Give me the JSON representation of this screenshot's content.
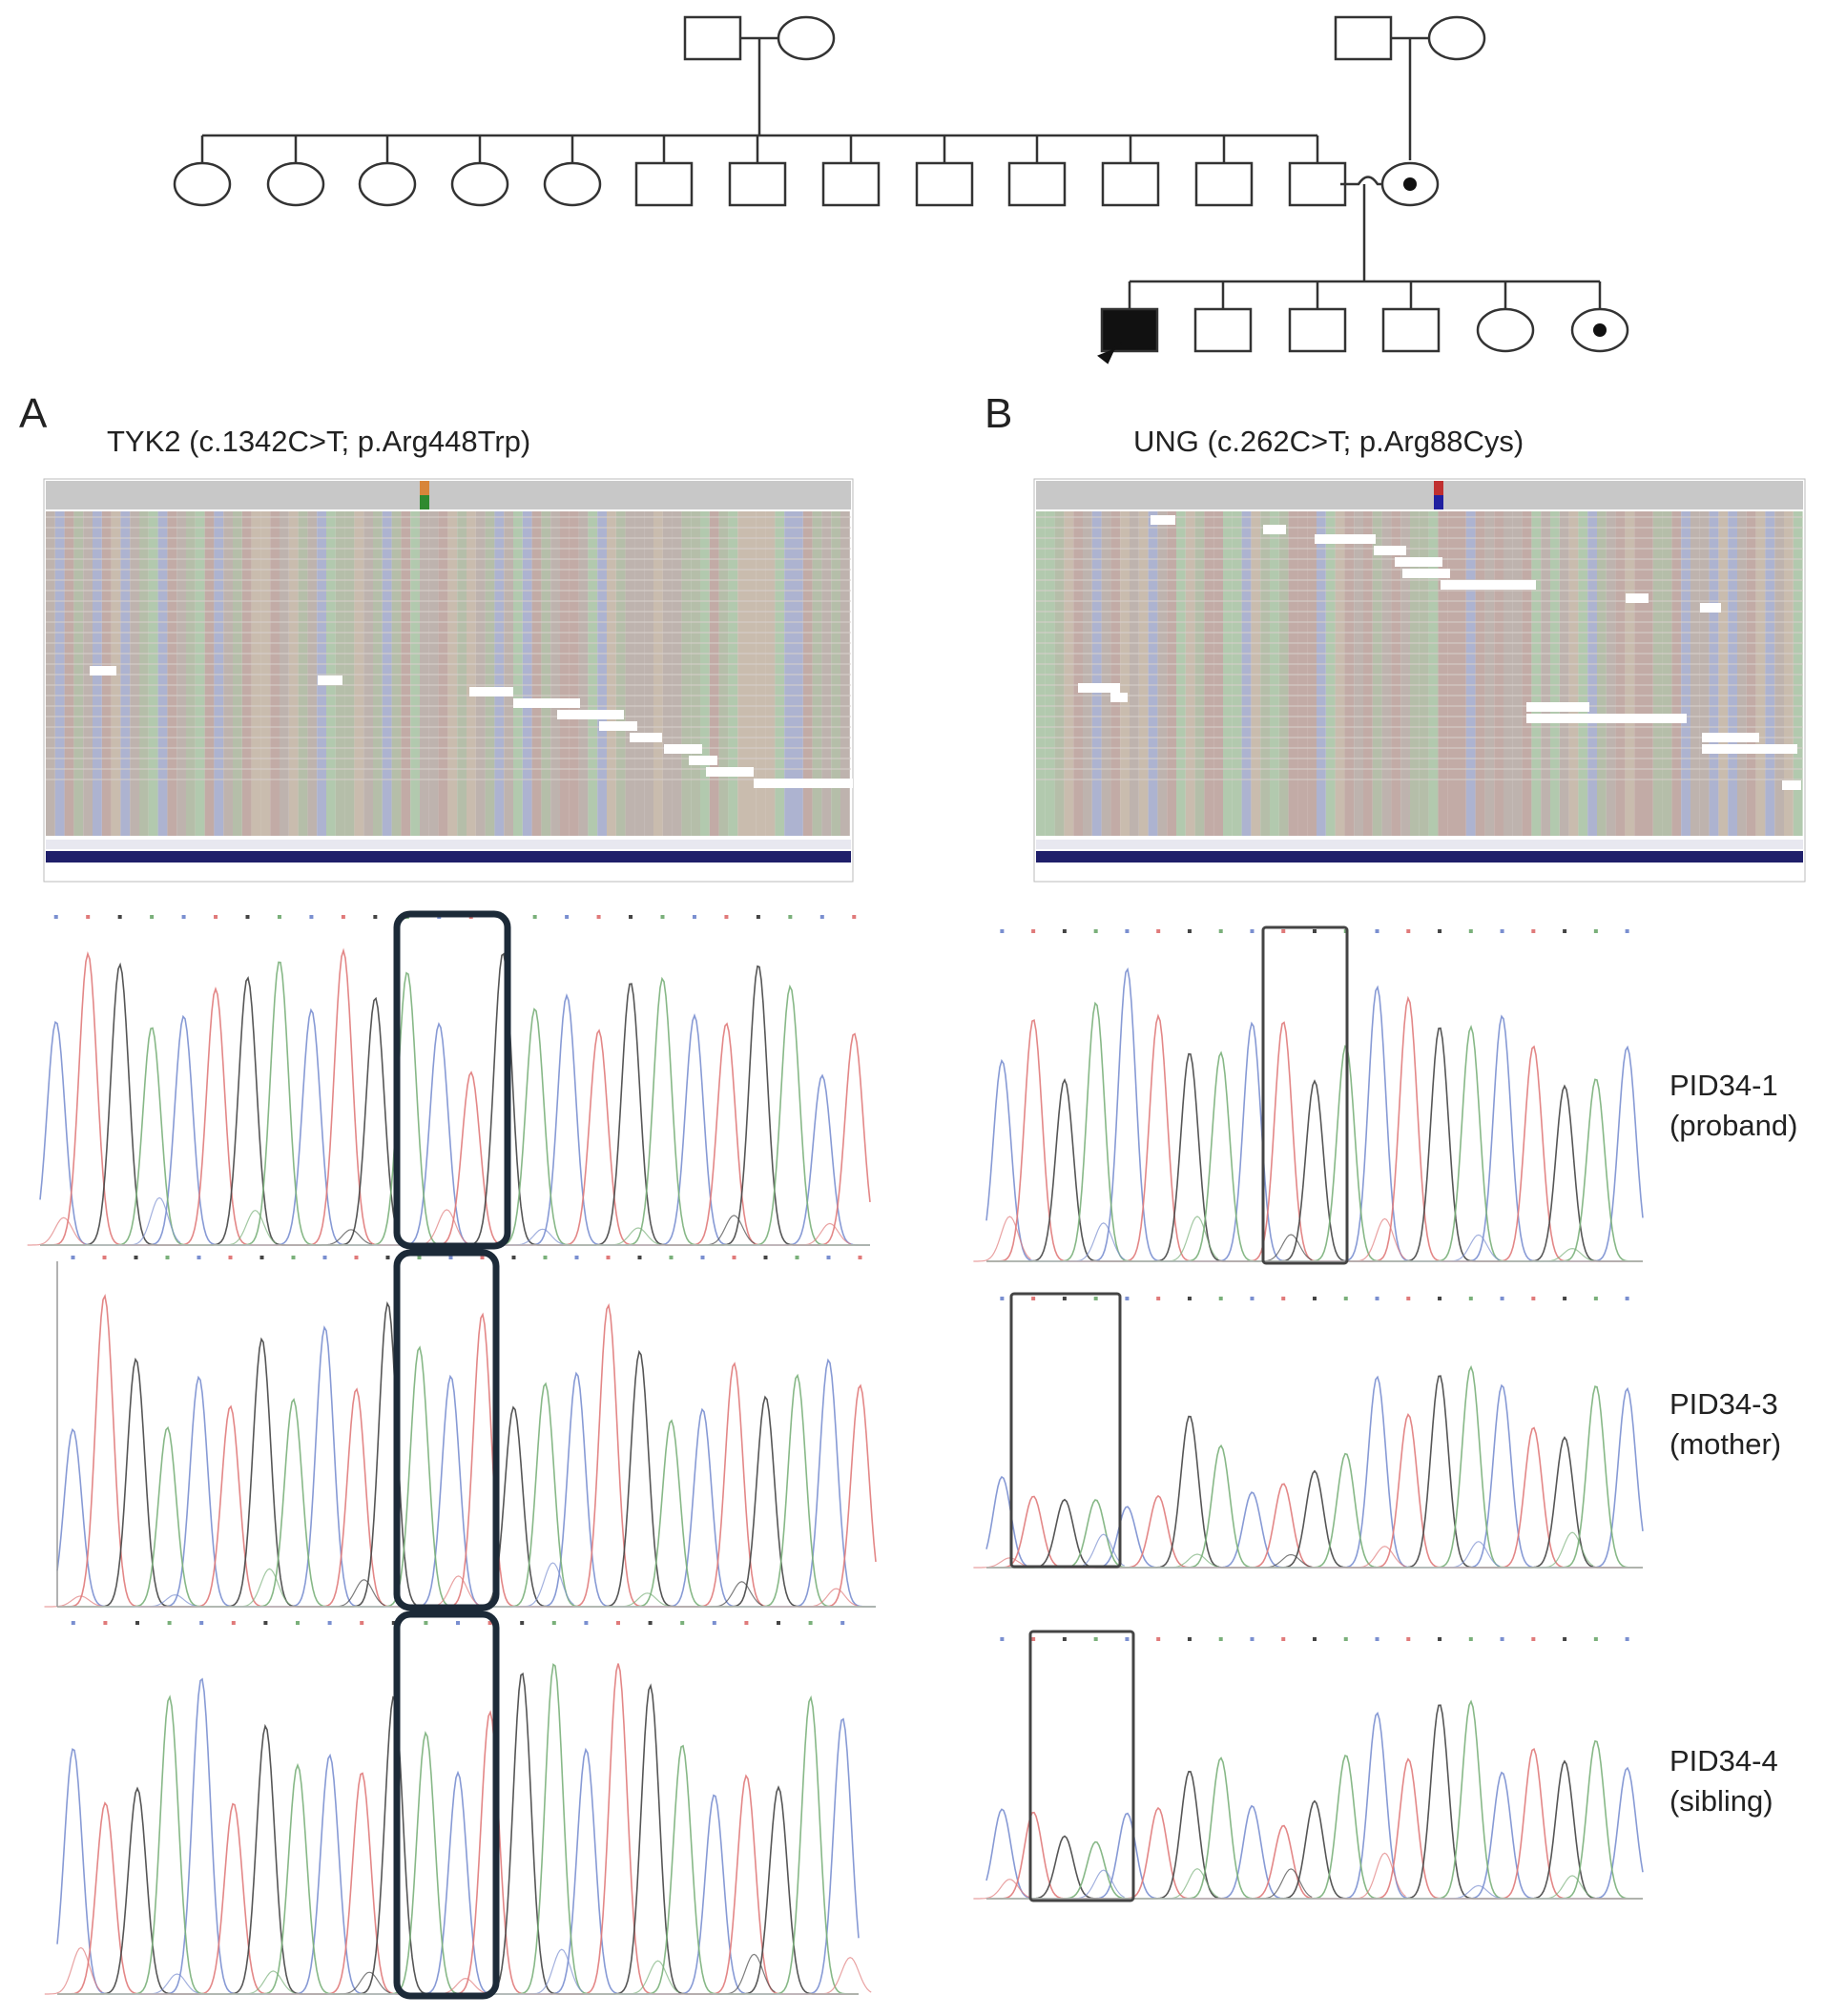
{
  "pedigree": {
    "generation_1": [
      "male-unaffected",
      "female-unaffected",
      "male-unaffected",
      "female-unaffected"
    ],
    "generation_2_left_sibship": [
      "female",
      "female",
      "female",
      "female",
      "female",
      "male",
      "male",
      "male",
      "male",
      "male",
      "male",
      "male"
    ],
    "generation_2_couple": [
      "male-unaffected",
      "female-carrier"
    ],
    "generation_3_offspring": [
      "male-affected-proband",
      "male",
      "male",
      "male",
      "female",
      "female-carrier"
    ],
    "symbols": {
      "carrier": "dot-in-circle",
      "affected": "filled-square",
      "proband": "arrow"
    }
  },
  "panel_a": {
    "letter": "A",
    "title": "TYK2 (c.1342C>T; p.Arg448Trp)"
  },
  "panel_b": {
    "letter": "B",
    "title": "UNG (c.262C>T; p.Arg88Cys)"
  },
  "samples": [
    {
      "id": "PID34-1",
      "role": "(proband)"
    },
    {
      "id": "PID34-3",
      "role": "(mother)"
    },
    {
      "id": "PID34-4",
      "role": "(sibling)"
    }
  ],
  "colors": {
    "line": "#333333",
    "box_a": "#1c2a38",
    "box_b": "#444444",
    "trace_a": "#7a8fd0",
    "trace_c": "#7ab07a",
    "trace_g": "#444444",
    "trace_t": "#e07a7a",
    "igv_grey": "#c8c8c8",
    "igv_dark": "#1f1f6a"
  }
}
